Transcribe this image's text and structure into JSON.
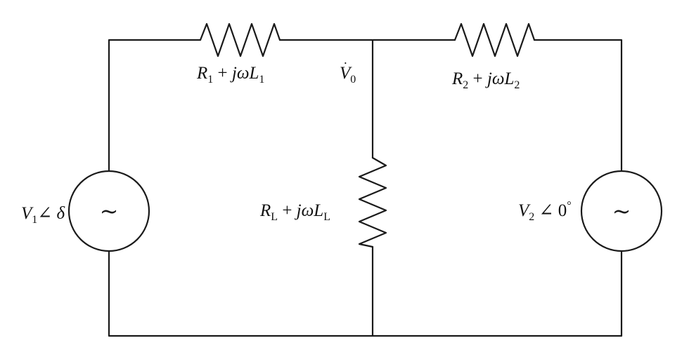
{
  "components": {
    "z1": {
      "sym": "R",
      "sub": "1",
      "plus": "+",
      "j": "j",
      "omega": "ω",
      "L": "L",
      "Lsub": "1"
    },
    "z2": {
      "sym": "R",
      "sub": "2",
      "plus": "+",
      "j": "j",
      "omega": "ω",
      "L": "L",
      "Lsub": "2"
    },
    "zL": {
      "sym": "R",
      "sub": "L",
      "plus": "+",
      "j": "j",
      "omega": "ω",
      "L": "L",
      "Lsub": "L"
    }
  },
  "sources": {
    "v1": {
      "V": "V",
      "sub": "1",
      "angle": "∠",
      "phase": "δ",
      "symbol": "~"
    },
    "v2": {
      "V": "V",
      "sub": "2",
      "angle": "∠",
      "phase": "0",
      "deg": "°",
      "symbol": "~"
    }
  },
  "node": {
    "V": "V",
    "sub": "0",
    "dot": "˙"
  }
}
